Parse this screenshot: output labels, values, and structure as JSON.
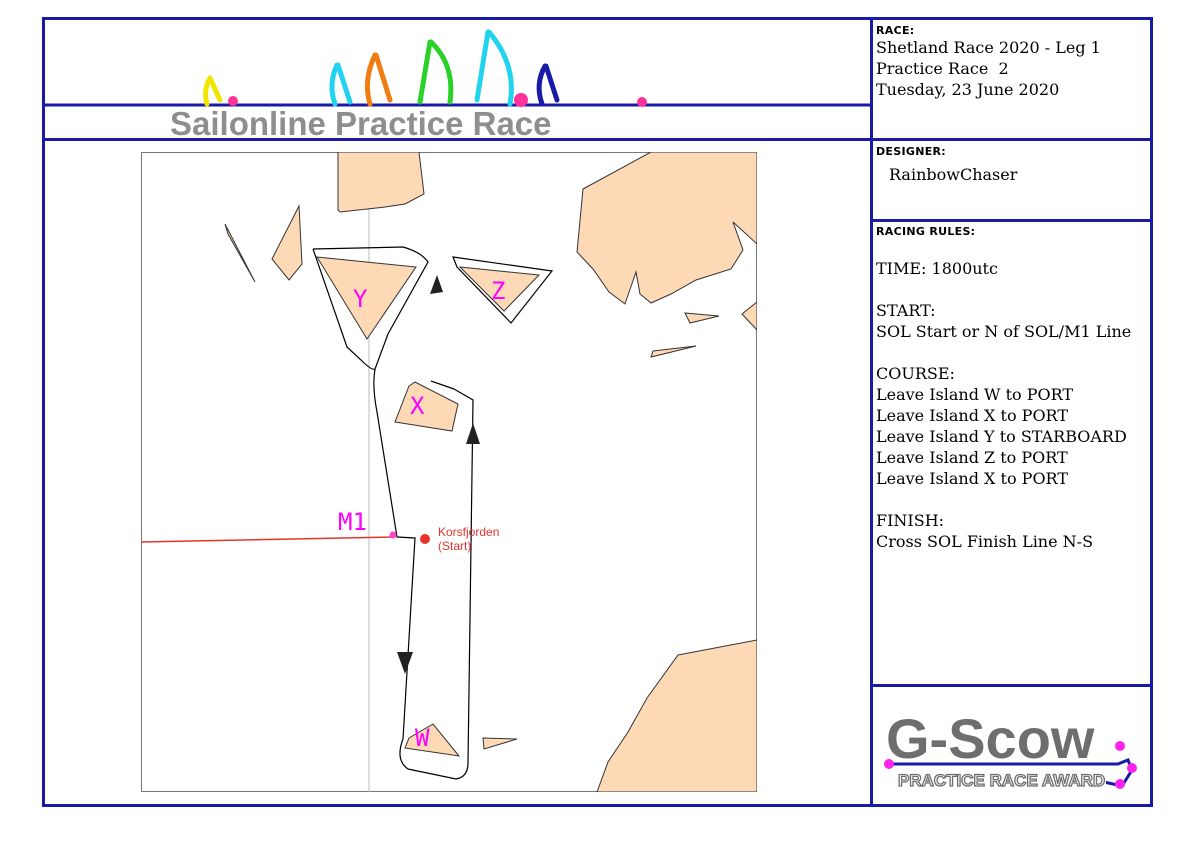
{
  "banner": {
    "title": "Sailonline Practice Race"
  },
  "race": {
    "caption": "RACE:",
    "line1": "Shetland Race 2020 - Leg 1",
    "line2": "Practice Race  2",
    "line3": "Tuesday, 23 June 2020"
  },
  "designer": {
    "caption": "DESIGNER:",
    "name": "RainbowChaser"
  },
  "rules": {
    "caption": "RACING RULES:",
    "time": "TIME: 1800utc",
    "start_head": "START:",
    "start_text": "SOL Start or N of SOL/M1 Line",
    "course_head": "COURSE:",
    "course_items": [
      "Leave Island W to PORT",
      "Leave Island X to PORT",
      "Leave Island Y to STARBOARD",
      "Leave Island Z to PORT",
      "Leave Island X to PORT"
    ],
    "finish_head": "FINISH:",
    "finish_text": "Cross SOL Finish Line N-S"
  },
  "logo": {
    "title": "G-Scow",
    "subtitle": "PRACTICE RACE AWARD"
  },
  "map": {
    "island_labels": [
      "Y",
      "Z",
      "X",
      "W"
    ],
    "mark_label": "M1",
    "start_name": "Korsfjorden",
    "start_sub": "(Start)"
  },
  "colors": {
    "frame": "#1a1aa8",
    "land": "#fdd9b5",
    "route": "#000000",
    "start_line": "#e8332b",
    "label": "#ff00ff"
  }
}
